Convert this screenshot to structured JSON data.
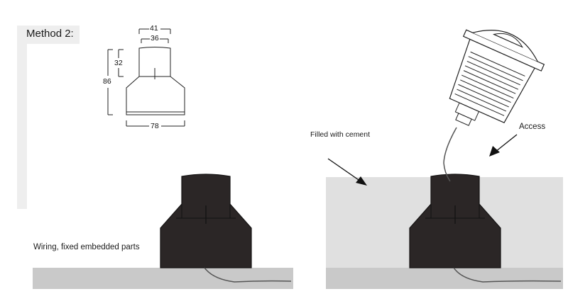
{
  "diagram": {
    "method_label": "Method 2:",
    "dimensions": {
      "top_width": "41",
      "inner_width": "36",
      "neck_height": "32",
      "total_height": "86",
      "base_width": "78"
    },
    "labels": {
      "wiring": "Wiring, fixed embedded parts",
      "cement": "Filled with cement",
      "access": "Access"
    },
    "colors": {
      "fixture": "#2b2626",
      "fixture_edge": "#141212",
      "ground": "#c9c9c9",
      "cement": "#e0e0e0",
      "panel": "#eeeeee",
      "line": "#222222",
      "cable": "#555555"
    },
    "icons": [
      "embedded-part-icon",
      "led-lamp-icon",
      "arrow-icon"
    ]
  }
}
